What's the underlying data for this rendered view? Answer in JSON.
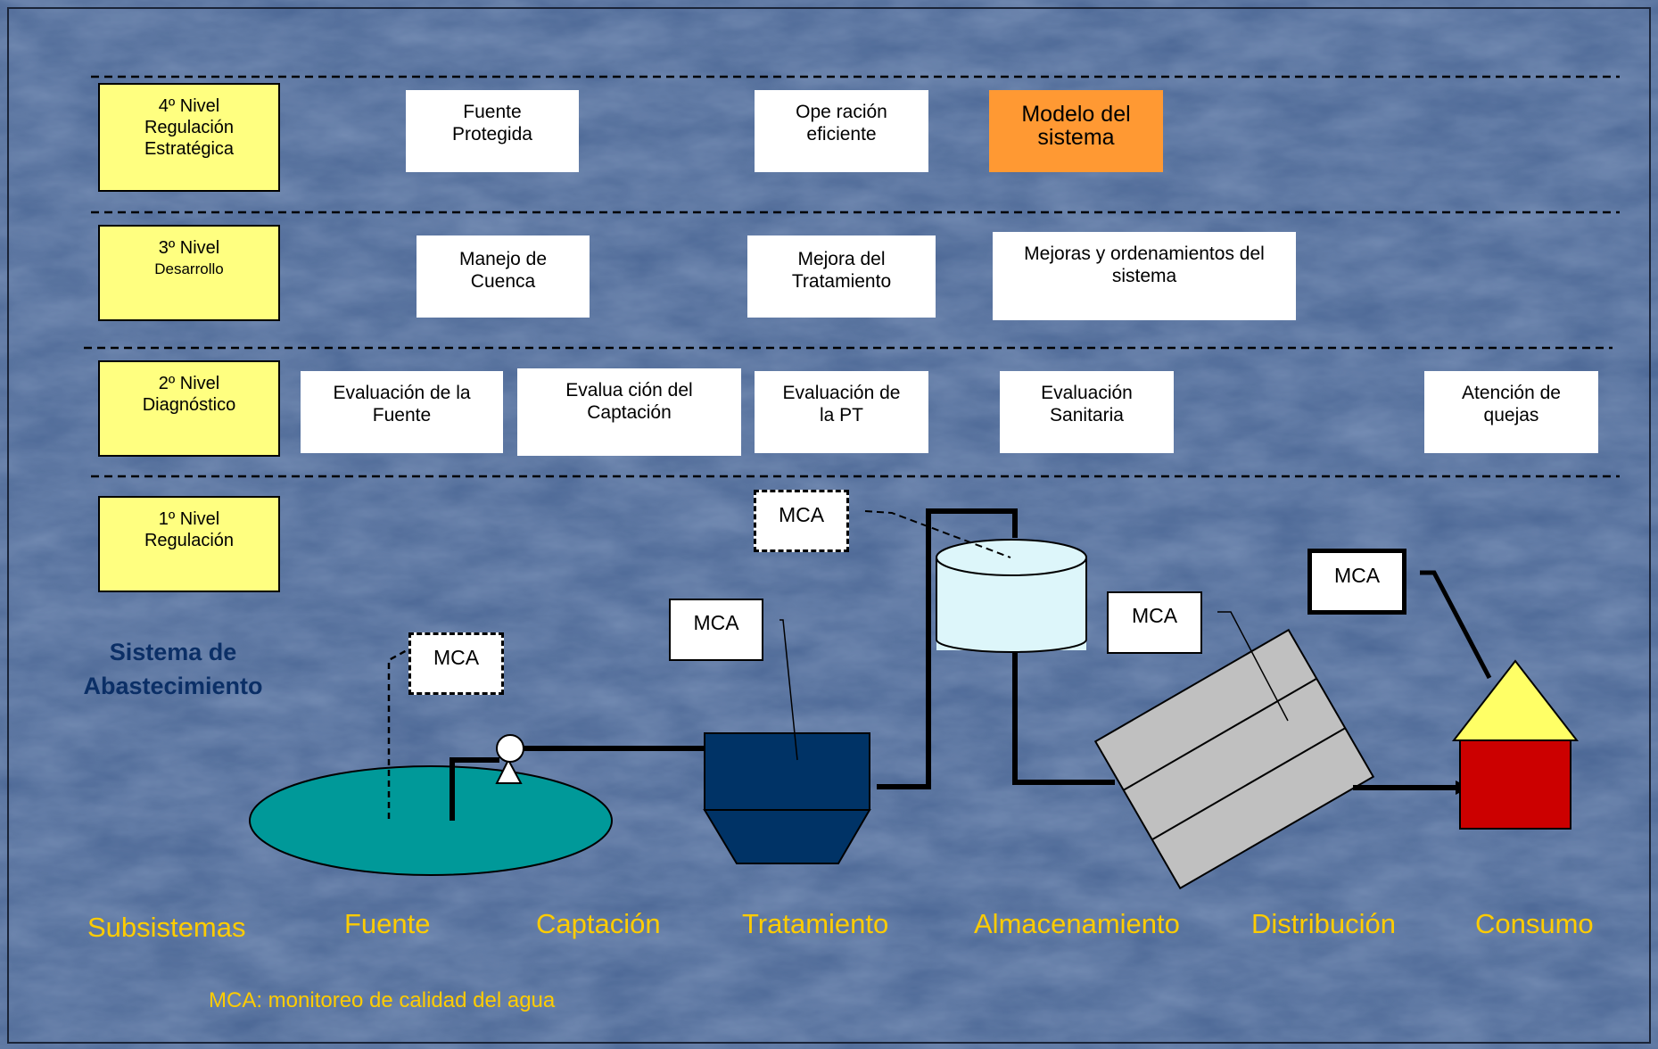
{
  "levels": {
    "level4": {
      "line1": "4º Nivel",
      "line2": "Regulación",
      "line3": "Estratégica"
    },
    "level3": {
      "line1": "3º Nivel",
      "line2": "Desarrollo"
    },
    "level2": {
      "line1": "2º Nivel",
      "line2": "Diagnóstico"
    },
    "level1": {
      "line1": "1º Nivel",
      "line2": "Regulación"
    }
  },
  "level4_boxes": {
    "fuente_protegida": {
      "line1": "Fuente",
      "line2": "Protegida"
    },
    "operacion_eficiente": {
      "line1": "Ope ración",
      "line2": "eficiente"
    },
    "modelo_sistema": {
      "line1": "Modelo del",
      "line2": "sistema"
    }
  },
  "level3_boxes": {
    "manejo_cuenca": {
      "line1": "Manejo de",
      "line2": "Cuenca"
    },
    "mejora_tratamiento": {
      "line1": "Mejora del",
      "line2": "Tratamiento"
    },
    "mejoras_sistema": {
      "line1": "Mejoras y ordenamientos del",
      "line2": "sistema"
    }
  },
  "level2_boxes": {
    "eval_fuente": {
      "line1": "Evaluación de la",
      "line2": "Fuente"
    },
    "eval_captacion": {
      "line1": "Evalua ción  del",
      "line2": "Captación"
    },
    "eval_pt": {
      "line1": "Evaluación de",
      "line2": "la PT"
    },
    "eval_sanitaria": {
      "line1": "Evaluación",
      "line2": "Sanitaria"
    },
    "atencion_quejas": {
      "line1": "Atención de",
      "line2": "quejas"
    }
  },
  "mca_label": "MCA",
  "system_title": {
    "line1": "Sistema de",
    "line2": "Abastecimiento"
  },
  "subsystems": {
    "label": "Subsistemas",
    "items": [
      "Fuente",
      "Captación",
      "Tratamiento",
      "Almacenamiento",
      "Distribución",
      "Consumo"
    ]
  },
  "footnote": "MCA: monitoreo de calidad del agua",
  "colors": {
    "background": "#4a6694",
    "level_box": "#ffff80",
    "highlight": "#ff9933",
    "subsystem_text": "#ffcc00",
    "title_text": "#0b2f66",
    "source_water": "#009999",
    "treatment": "#003366",
    "tank": "#ddf6fa",
    "distribution": "#c0c0c0",
    "house_roof": "#ffff66",
    "house_body": "#cc0000"
  }
}
